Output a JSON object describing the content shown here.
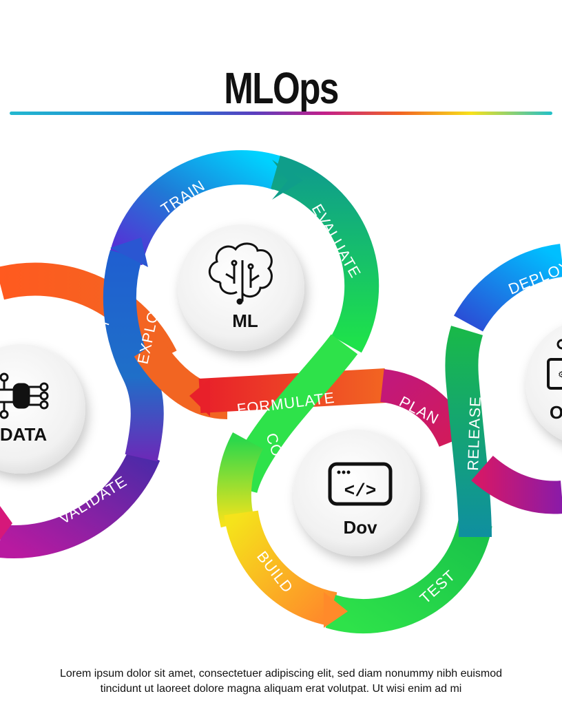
{
  "title": "MLOps",
  "hubs": {
    "data": "DATA",
    "ml": "ML",
    "dev": "Dov",
    "ops": "O"
  },
  "segments": {
    "collect": "COLLECT",
    "explore": "EXPLORE",
    "validate": "VALIDATE",
    "train": "TRAIN",
    "evaluate": "EVALUATE",
    "formulate": "FORMULATE",
    "plan": "PLAN",
    "code": "CODE",
    "build": "BUILD",
    "test": "TEST",
    "release": "RELEASE",
    "deploy": "DEPLOY"
  },
  "icons": {
    "data": "network-chip-icon",
    "ml": "brain-circuit-icon",
    "dev": "code-window-icon",
    "ops": "monitor-gear-icon"
  },
  "caption": {
    "line1": "Lorem ipsum dolor sit amet, consectetuer adipiscing elit, sed diam nonummy nibh euismod",
    "line2": "tincidunt ut laoreet dolore magna aliquam erat volutpat. Ut wisi enim ad mi"
  },
  "colors": {
    "orange": "#f26522",
    "red": "#e8202a",
    "purple": "#7b1fa2",
    "blue": "#1565c0",
    "cyan": "#00c6ff",
    "green": "#19c24a",
    "yellow": "#f5e31b",
    "teal": "#0f9e8a",
    "magenta": "#d6187a"
  }
}
